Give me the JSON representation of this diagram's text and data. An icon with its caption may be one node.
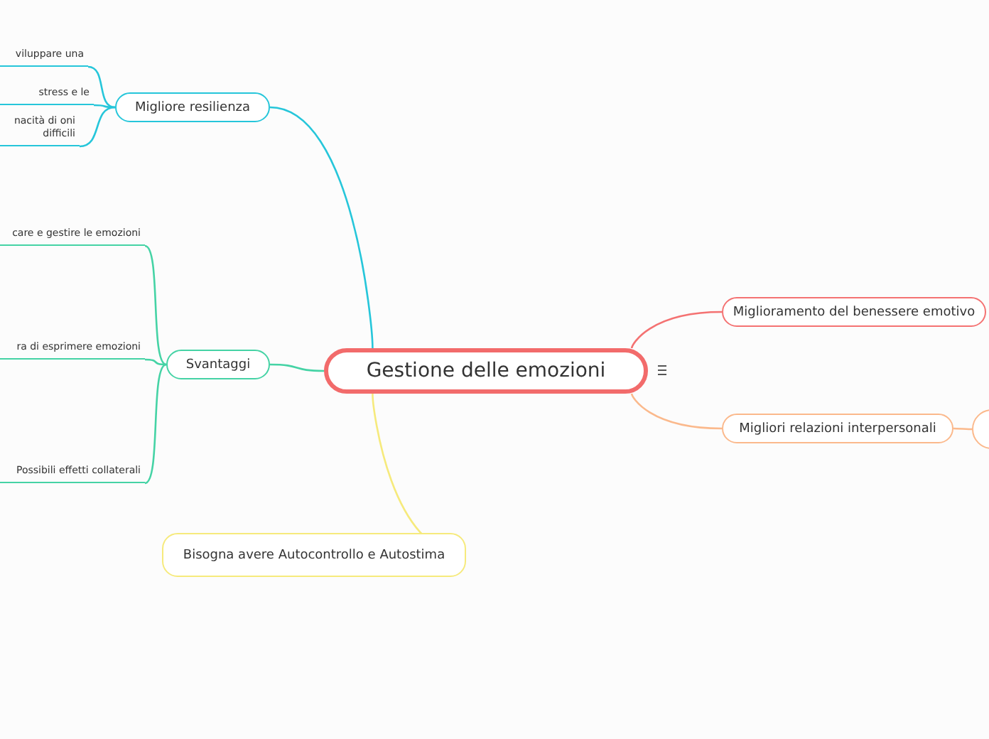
{
  "diagram": {
    "nodes": [
      {
        "text": [
          "Gestione delle emozioni"
        ]
      },
      {
        "text": [
          "Migliore resilienza"
        ]
      },
      {
        "text": [
          "viluppare una"
        ]
      },
      {
        "text": [
          "stress e le"
        ]
      },
      {
        "text": [
          "nacità di oni difficili"
        ]
      },
      {
        "text": [
          "Svantaggi"
        ]
      },
      {
        "text": [
          "care e gestire le emozioni"
        ]
      },
      {
        "text": [
          "ra di esprimere emozioni"
        ]
      },
      {
        "text": [
          "Possibili effetti collaterali"
        ]
      },
      {
        "text": [
          "Miglioramento del benessere emotivo"
        ]
      },
      {
        "text": [
          "Migliori relazioni interpersonali"
        ]
      },
      {
        "text": [],
        "shape": "box"
      },
      {
        "text": [
          "Bisogna avere Autocontrollo e Autostima"
        ]
      }
    ],
    "edges": [
      {
        "from": 0,
        "to": 1,
        "arrow": "none",
        "color": "#26c6da"
      },
      {
        "from": 1,
        "to": 2,
        "arrow": "none",
        "color": "#26c6da"
      },
      {
        "from": 1,
        "to": 3,
        "arrow": "none",
        "color": "#26c6da"
      },
      {
        "from": 1,
        "to": 4,
        "arrow": "none",
        "color": "#26c6da"
      },
      {
        "from": 0,
        "to": 5,
        "arrow": "none",
        "color": "#45d3a5"
      },
      {
        "from": 5,
        "to": 6,
        "arrow": "none",
        "color": "#45d3a5"
      },
      {
        "from": 5,
        "to": 7,
        "arrow": "none",
        "color": "#45d3a5"
      },
      {
        "from": 5,
        "to": 8,
        "arrow": "none",
        "color": "#45d3a5"
      },
      {
        "from": 0,
        "to": 9,
        "arrow": "none",
        "color": "#f47272"
      },
      {
        "from": 0,
        "to": 10,
        "arrow": "none",
        "color": "#fbb98c"
      },
      {
        "from": 10,
        "to": 11,
        "arrow": "none",
        "color": "#fbb98c"
      },
      {
        "from": 0,
        "to": 12,
        "arrow": "none",
        "color": "#f6ea7c"
      }
    ]
  }
}
